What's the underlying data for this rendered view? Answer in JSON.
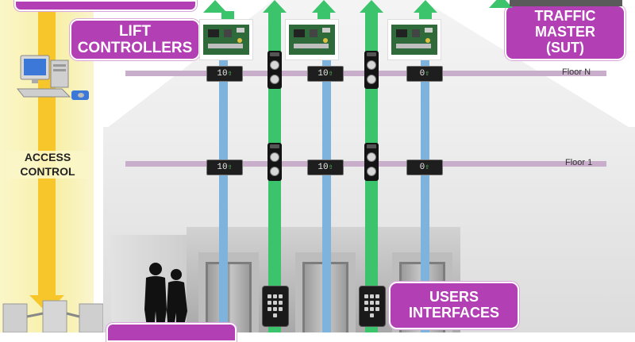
{
  "labels": {
    "lift_controllers": [
      "LIFT",
      "CONTROLLERS"
    ],
    "traffic_master": [
      "TRAFFIC",
      "MASTER",
      "(SUT)"
    ],
    "access_control": [
      "ACCESS",
      "CONTROL"
    ],
    "users_interfaces": [
      "USERS",
      "INTERFACES"
    ]
  },
  "floors": {
    "top": "Floor N",
    "bottom": "Floor 1"
  },
  "indicators": {
    "floor_n": [
      "10",
      "10",
      "0"
    ],
    "floor_1": [
      "10",
      "10",
      "0"
    ]
  },
  "colors": {
    "label_purple": "#b23fb4",
    "shaft_green": "#3cc46c",
    "shaft_blue": "#7db3dc",
    "access_yellow": "#f7c62a",
    "floor_line": "#c9aecb"
  }
}
